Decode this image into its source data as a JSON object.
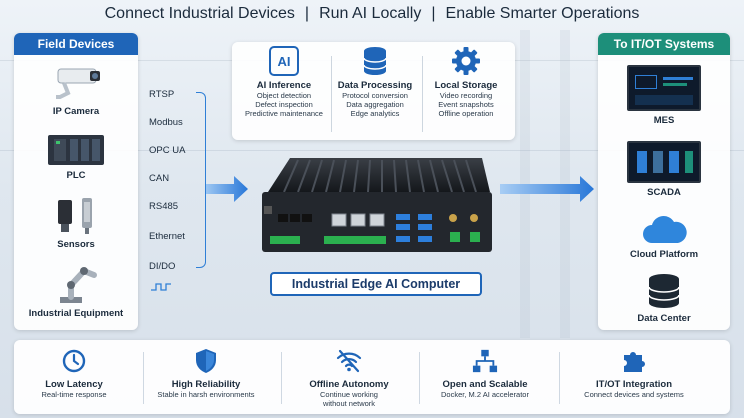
{
  "header": {
    "part1": "Connect Industrial Devices",
    "part2": "Run AI Locally",
    "part3": "Enable Smarter Operations",
    "separator": "|"
  },
  "field_devices": {
    "title": "Field Devices",
    "items": [
      {
        "label": "IP Camera",
        "icon": "camera-icon"
      },
      {
        "label": "PLC",
        "icon": "plc-icon"
      },
      {
        "label": "Sensors",
        "icon": "sensor-icon"
      },
      {
        "label": "Industrial Equipment",
        "icon": "robot-arm-icon"
      }
    ]
  },
  "protocols": [
    "RTSP",
    "Modbus",
    "OPC UA",
    "CAN",
    "RS485",
    "Ethernet",
    "DI/DO"
  ],
  "features": [
    {
      "title": "AI Inference",
      "icon_text": "AI",
      "lines": [
        "Object detection",
        "Defect inspection",
        "Predictive maintenance"
      ]
    },
    {
      "title": "Data Processing",
      "icon": "database-icon",
      "lines": [
        "Protocol conversion",
        "Data aggregation",
        "Edge analytics"
      ]
    },
    {
      "title": "Local Storage",
      "icon": "gear-icon",
      "lines": [
        "Video recording",
        "Event snapshots",
        "Offline operation"
      ]
    }
  ],
  "device_label": "Industrial Edge AI Computer",
  "systems": {
    "title": "To IT/OT Systems",
    "items": [
      {
        "label": "MES",
        "icon": "monitor-icon"
      },
      {
        "label": "SCADA",
        "icon": "monitor-icon"
      },
      {
        "label": "Cloud Platform",
        "icon": "cloud-icon"
      },
      {
        "label": "Data Center",
        "icon": "database-icon"
      }
    ]
  },
  "benefits": [
    {
      "title": "Low Latency",
      "lines": [
        "Real-time response"
      ],
      "icon": "clock-icon"
    },
    {
      "title": "High Reliability",
      "lines": [
        "Stable in harsh environments"
      ],
      "icon": "shield-icon"
    },
    {
      "title": "Offline Autonomy",
      "lines": [
        "Continue working",
        "without network"
      ],
      "icon": "wifi-off-icon"
    },
    {
      "title": "Open and Scalable",
      "lines": [
        "Docker, M.2 AI accelerator"
      ],
      "icon": "network-icon"
    },
    {
      "title": "IT/OT Integration",
      "lines": [
        "Connect devices and systems"
      ],
      "icon": "puzzle-icon"
    }
  ],
  "colors": {
    "blue": "#1f65b8",
    "teal": "#1d8f7a",
    "accent": "#2f7fd6"
  }
}
